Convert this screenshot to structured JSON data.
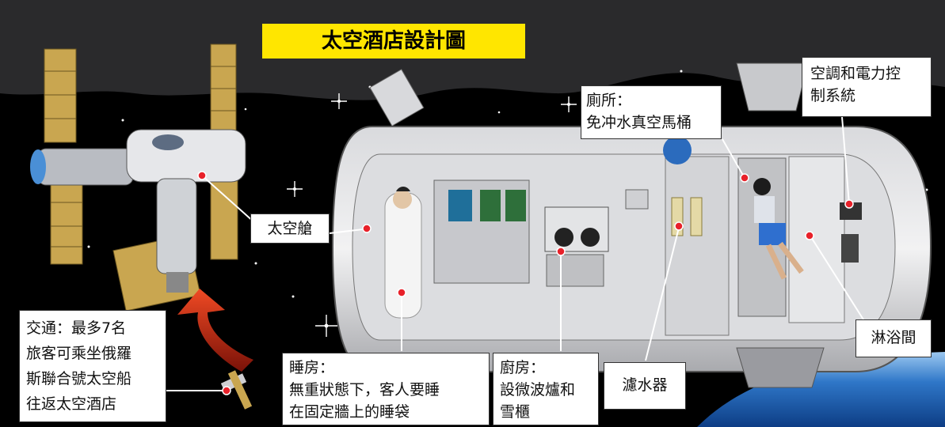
{
  "title": "太空酒店設計圖",
  "labels": {
    "capsule": "太空艙",
    "toilet": [
      "廁所：",
      "免冲水真空馬桶"
    ],
    "aircon": [
      "空調和電力控",
      "制系統"
    ],
    "transport": [
      "交通：最多7名",
      "旅客可乘坐俄羅",
      "斯聯合號太空船",
      "往返太空酒店"
    ],
    "bedroom": [
      "睡房：",
      "無重狀態下，客人要睡",
      "在固定牆上的睡袋"
    ],
    "kitchen": [
      "廚房：",
      "設微波爐和",
      "雪櫃"
    ],
    "filter": "濾水器",
    "shower": "淋浴間"
  },
  "colors": {
    "background": "#000000",
    "title_bg": "#ffe600",
    "marker": "#e8212a",
    "arrow": "#d9361e",
    "earth": "#1f5fae"
  }
}
